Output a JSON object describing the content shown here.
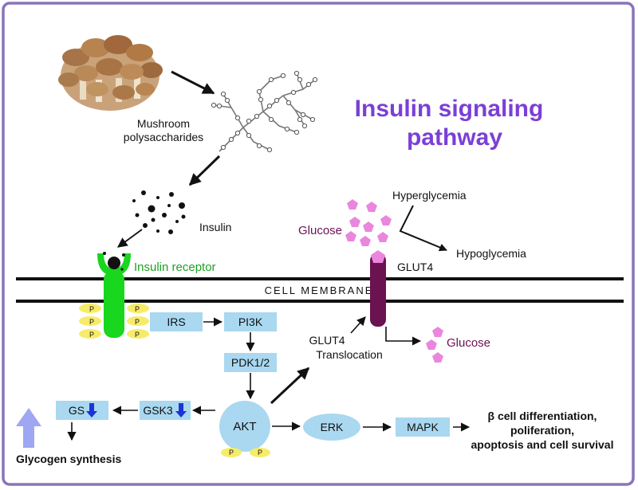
{
  "title_line1": "Insulin signaling",
  "title_line2": "pathway",
  "mushroom_label_line1": "Mushroom",
  "mushroom_label_line2": "polysaccharides",
  "insulin_label": "Insulin",
  "insulin_receptor_label": "Insulin receptor",
  "cell_membrane_label": "CELL MEMBRANE",
  "glucose_outside_label": "Glucose",
  "glucose_inside_label": "Glucose",
  "hyperglycemia_label": "Hyperglycemia",
  "hypoglycemia_label": "Hypoglycemia",
  "glut4_label": "GLUT4",
  "glut4_translocation_line1": "GLUT4",
  "glut4_translocation_line2": "Translocation",
  "phospho_label": "P",
  "nodes": {
    "irs": "IRS",
    "pi3k": "PI3K",
    "pdk": "PDK1/2",
    "akt": "AKT",
    "gsk3": "GSK3",
    "gs": "GS",
    "erk": "ERK",
    "mapk": "MAPK"
  },
  "glycogen_label": "Glycogen synthesis",
  "outcome_line1": "β cell differentiation,",
  "outcome_line2": "poliferation,",
  "outcome_line3": "apoptosis and cell survival",
  "colors": {
    "frame": "#8a74b8",
    "title": "#7b3fd6",
    "receptor": "#19d61e",
    "glut4": "#6b1250",
    "node_fill": "#a9d8f0",
    "glucose": "#ea86dd",
    "phospho": "#f6ec6a",
    "down_arrow": "#1c34d6",
    "up_arrow": "#9fa6f2"
  }
}
